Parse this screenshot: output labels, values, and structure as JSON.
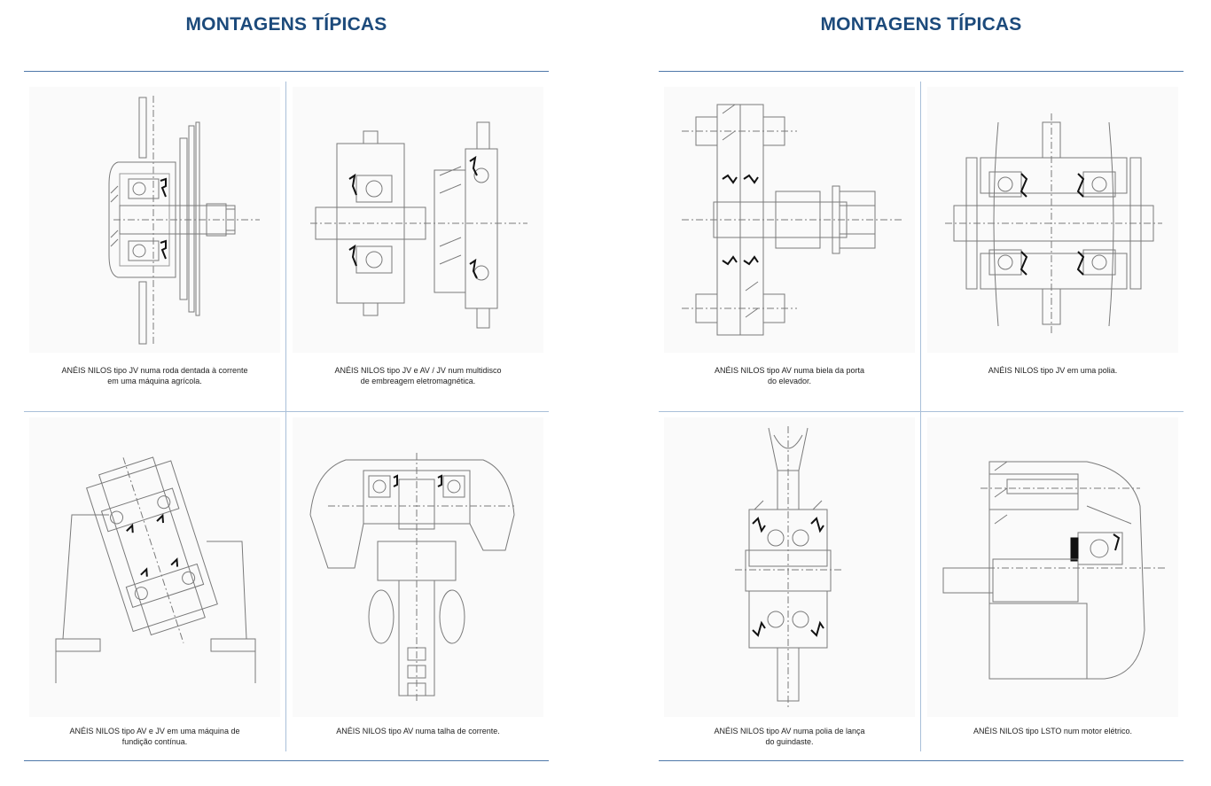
{
  "pages": [
    {
      "title": "MONTAGENS TÍPICAS",
      "figures": [
        {
          "icon": "sprocket-wheel-drawing",
          "caption": "ANÉIS NILOS tipo JV numa roda dentada à corrente\nem uma máquina agrícola."
        },
        {
          "icon": "multi-disc-clutch-drawing",
          "caption": "ANÉIS NILOS tipo JV e AV / JV num multidisco\nde embreagem eletromagnética."
        },
        {
          "icon": "casting-machine-drawing",
          "caption": "ANÉIS NILOS tipo AV e JV em uma máquina de\nfundição contínua."
        },
        {
          "icon": "chain-hoist-drawing",
          "caption": "ANÉIS NILOS tipo AV numa talha de corrente."
        }
      ]
    },
    {
      "title": "MONTAGENS TÍPICAS",
      "figures": [
        {
          "icon": "elevator-door-link-drawing",
          "caption": "ANÉIS NILOS tipo AV numa biela da porta\ndo elevador."
        },
        {
          "icon": "pulley-drawing",
          "caption": "ANÉIS NILOS tipo JV em uma polia."
        },
        {
          "icon": "crane-sheave-drawing",
          "caption": "ANÉIS NILOS tipo AV numa polia de lança\ndo guindaste."
        },
        {
          "icon": "electric-motor-drawing",
          "caption": "ANÉIS NILOS tipo LSTO num motor elétrico."
        }
      ]
    }
  ],
  "colors": {
    "title": "#1c4a7b",
    "rule": "#4f78aa",
    "grid": "#a9bfd9",
    "drawing_line": "#7a7a7a",
    "seal": "#111111"
  }
}
